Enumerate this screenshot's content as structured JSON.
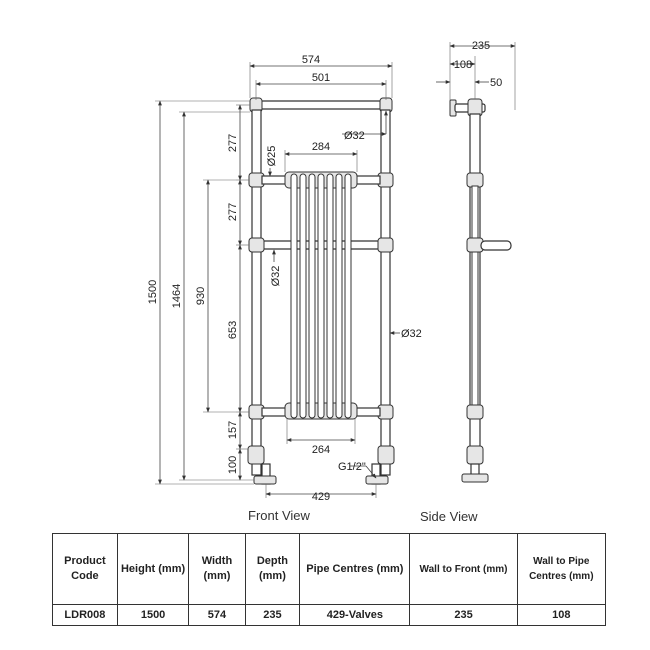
{
  "views": {
    "front": "Front View",
    "side": "Side View"
  },
  "dimensions": {
    "overall_width": "574",
    "rail_centres": "501",
    "radiator_width": "284",
    "radiator_bottom_width": "264",
    "top_section": "277",
    "middle_section": "277",
    "column_section": "653",
    "bottom_section": "157",
    "foot_height": "100",
    "overall_height": "1500",
    "height_1464": "1464",
    "height_930": "930",
    "pipe_centres": "429",
    "top_rail_dia": "Ø32",
    "stub_dia": "Ø25",
    "mid_rail_dia": "Ø32",
    "upright_dia": "Ø32",
    "valve_thread": "G1/2\"",
    "side_depth": "235",
    "side_wall_to_front": "108",
    "side_projection": "50"
  },
  "table": {
    "headers": [
      "Product Code",
      "Height (mm)",
      "Width (mm)",
      "Depth (mm)",
      "Pipe Centres (mm)",
      "Wall to Front (mm)",
      "Wall to Pipe Centres (mm)"
    ],
    "row": [
      "LDR008",
      "1500",
      "574",
      "235",
      "429-Valves",
      "235",
      "108"
    ]
  }
}
